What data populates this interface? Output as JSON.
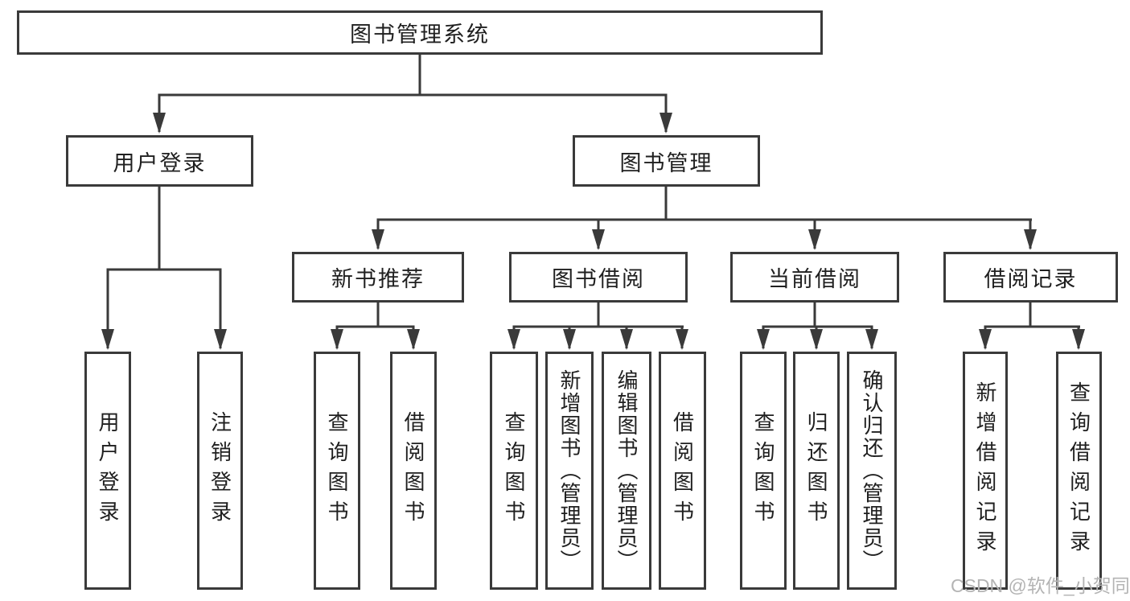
{
  "title": "图书管理系统",
  "level2": [
    "用户登录",
    "图书管理"
  ],
  "level3": [
    "新书推荐",
    "图书借阅",
    "当前借阅",
    "借阅记录"
  ],
  "leaves": {
    "user_login_group": [
      "用户登录",
      "注销登录"
    ],
    "new_book_group": [
      "查询图书",
      "借阅图书"
    ],
    "borrow_group": [
      "查询图书",
      "新增图书（管理员）",
      "编辑图书（管理员）",
      "借阅图书"
    ],
    "current_group": [
      "查询图书",
      "归还图书",
      "确认归还（管理员）"
    ],
    "records_group": [
      "新增借阅记录",
      "查询借阅记录"
    ]
  },
  "watermark": "CSDN @软件_小贺同学",
  "colors": {
    "line": "#3a3a3a",
    "text": "#1f1f1f",
    "box_background": "#ffffff",
    "watermark": "#b4b4b4"
  }
}
